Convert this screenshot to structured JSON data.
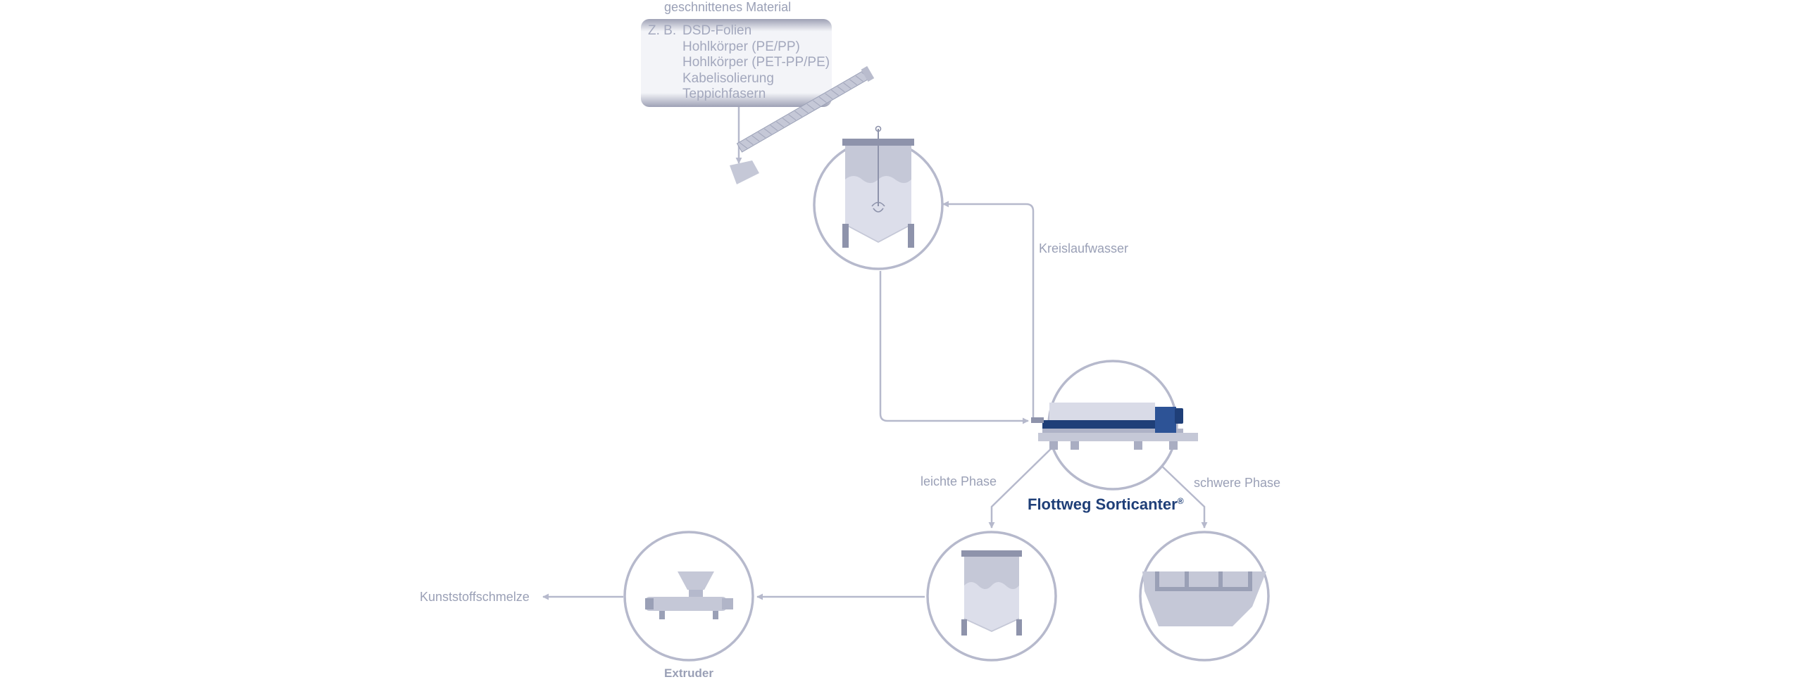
{
  "colors": {
    "line": "#b6b9cc",
    "equipment": "#c5c8d7",
    "equipment_light": "#dcdeea",
    "equipment_dark": "#8e93ab",
    "label": "#9aa0b6",
    "brand_blue": "#1f3f78",
    "brand_blue_mid": "#2d5396"
  },
  "input_box": {
    "title": "geschnittenes Material",
    "prefix": "Z. B.",
    "items": [
      "DSD-Folien",
      "Hohlkörper (PE/PP)",
      "Hohlkörper (PET-PP/PE)",
      "Kabelisolierung",
      "Teppichfasern"
    ]
  },
  "labels": {
    "recirculation": "Kreislaufwasser",
    "light_phase": "leichte Phase",
    "heavy_phase": "schwere Phase",
    "sorticanter": "Flottweg Sorticanter",
    "registered_mark": "®",
    "extruder": "Extruder",
    "melt": "Kunststoffschmelze"
  },
  "icons": {
    "screw_conveyor": "screw-conveyor-icon",
    "mixing_tank": "mixing-tank-icon",
    "decanter": "decanter-centrifuge-icon",
    "silo": "silo-icon",
    "skip_container": "skip-container-icon",
    "extruder": "extruder-icon"
  }
}
